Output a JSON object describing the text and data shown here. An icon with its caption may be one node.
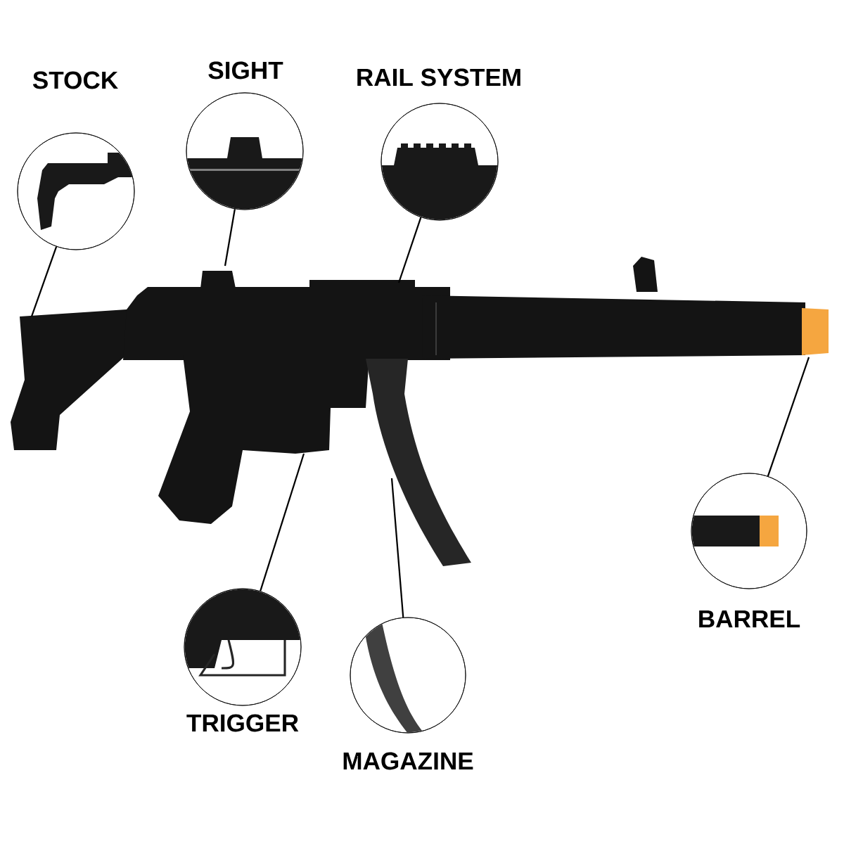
{
  "diagram": {
    "nodes": [
      {
        "text": [
          "STOCK"
        ]
      },
      {
        "text": [
          "SIGHT"
        ]
      },
      {
        "text": [
          "RAIL SYSTEM"
        ]
      },
      {
        "text": [
          "BARREL"
        ]
      },
      {
        "text": [
          "TRIGGER"
        ]
      },
      {
        "text": [
          "MAGAZINE"
        ]
      }
    ],
    "edges": [
      {
        "from": 0,
        "to": null,
        "arrow": "none"
      },
      {
        "from": 1,
        "to": null,
        "arrow": "none"
      },
      {
        "from": 2,
        "to": null,
        "arrow": "none"
      },
      {
        "from": 3,
        "to": null,
        "arrow": "none"
      },
      {
        "from": 4,
        "to": null,
        "arrow": "none"
      },
      {
        "from": 5,
        "to": null,
        "arrow": "none"
      }
    ]
  }
}
